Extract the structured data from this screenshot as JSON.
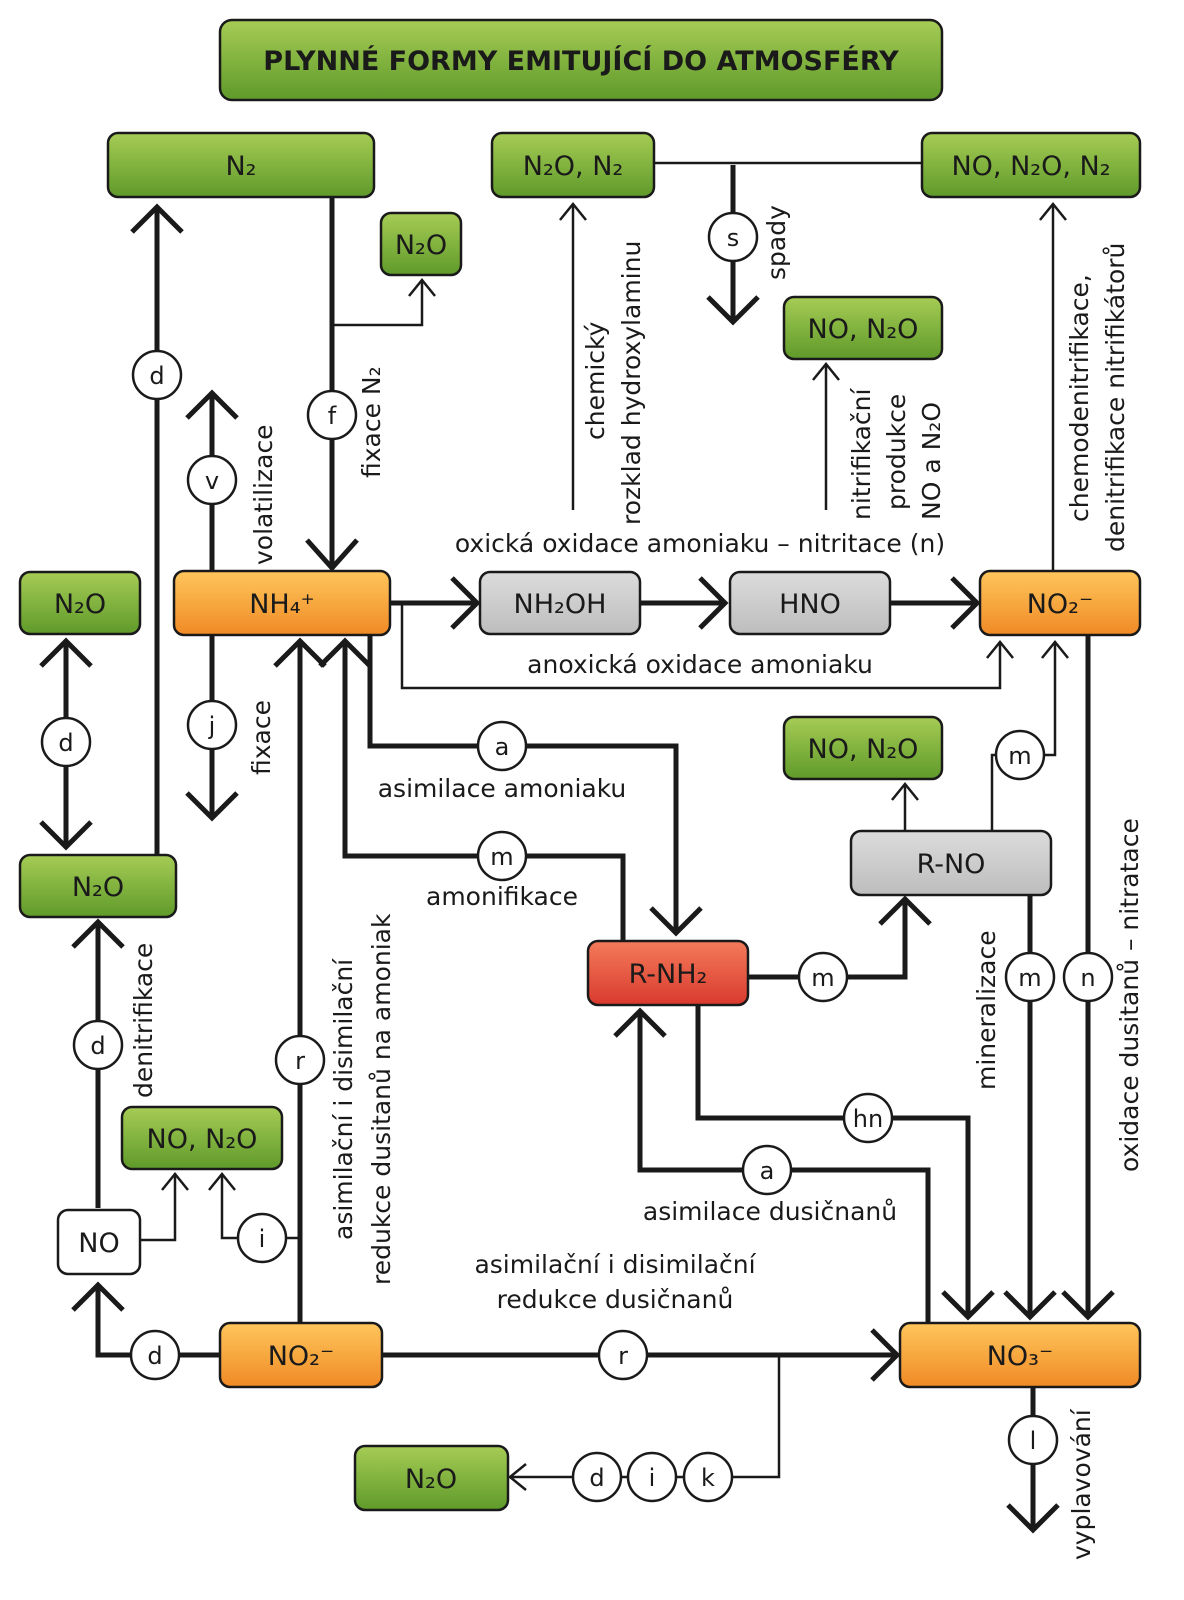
{
  "title": "PLYNNÉ FORMY EMITUJÍCÍ DO ATMOSFÉRY",
  "boxes": {
    "n2_top": "N₂",
    "n2o_fix": "N₂O",
    "n2o_n2_top": "N₂O, N₂",
    "no_n2o_n2_top": "NO, N₂O, N₂",
    "no_n2o_nitrif": "NO, N₂O",
    "n2o_left": "N₂O",
    "nh4": "NH₄⁺",
    "nh2oh": "NH₂OH",
    "hno": "HNO",
    "no2_right": "NO₂⁻",
    "no_n2o_rno": "NO, N₂O",
    "n2o_mid_left": "N₂O",
    "rno": "R-NO",
    "rnh2": "R-NH₂",
    "no_n2o_left": "NO, N₂O",
    "no_white": "NO",
    "no2_bottom": "NO₂⁻",
    "no3": "NO₃⁻",
    "n2o_bottom": "N₂O"
  },
  "labels": {
    "chemicky": "chemický",
    "rozklad": "rozklad hydroxylaminu",
    "spady": "spady",
    "nitrifikacni": "nitrifikační",
    "produkce": "produkce",
    "no_a_n2o": "NO a N₂O",
    "chemodenit": "chemodenitrifikace,",
    "denit_nitrif": "denitrifikace nitrifikátorů",
    "fixace_n2": "fixace N₂",
    "volatilizace": "volatilizace",
    "oxicka": "oxická oxidace amoniaku – nitritace (n)",
    "anoxicka": "anoxická oxidace amoniaku",
    "fixace": "fixace",
    "asimilace_amoniaku": "asimilace amoniaku",
    "amonifikace": "amonifikace",
    "denitrifikace": "denitrifikace",
    "asim_disim_1": "asimilační i disimilační",
    "asim_disim_2": "redukce dusitanů na amoniak",
    "mineralizace": "mineralizace",
    "oxidace_dusitanu": "oxidace dusitanů – nitratace",
    "asimilace_dusicnanu": "asimilace dusičnanů",
    "red_dusicnanu_1": "asimilační i disimilační",
    "red_dusicnanu_2": "redukce dusičnanů",
    "vyplavovani": "vyplavování"
  },
  "circles": {
    "d1": "d",
    "f": "f",
    "v": "v",
    "s": "s",
    "d2": "d",
    "j": "j",
    "a1": "a",
    "m1": "m",
    "m2": "m",
    "m3": "m",
    "m4": "m",
    "n": "n",
    "d3": "d",
    "r1": "r",
    "hn": "hn",
    "a2": "a",
    "i1": "i",
    "d4": "d",
    "r2": "r",
    "d5": "d",
    "i2": "i",
    "k": "k",
    "l": "l"
  },
  "colors": {
    "green": "#7fb23a",
    "orange": "#f4a03a",
    "red": "#e2483a",
    "gray": "#cfcfcf",
    "white": "#ffffff"
  }
}
